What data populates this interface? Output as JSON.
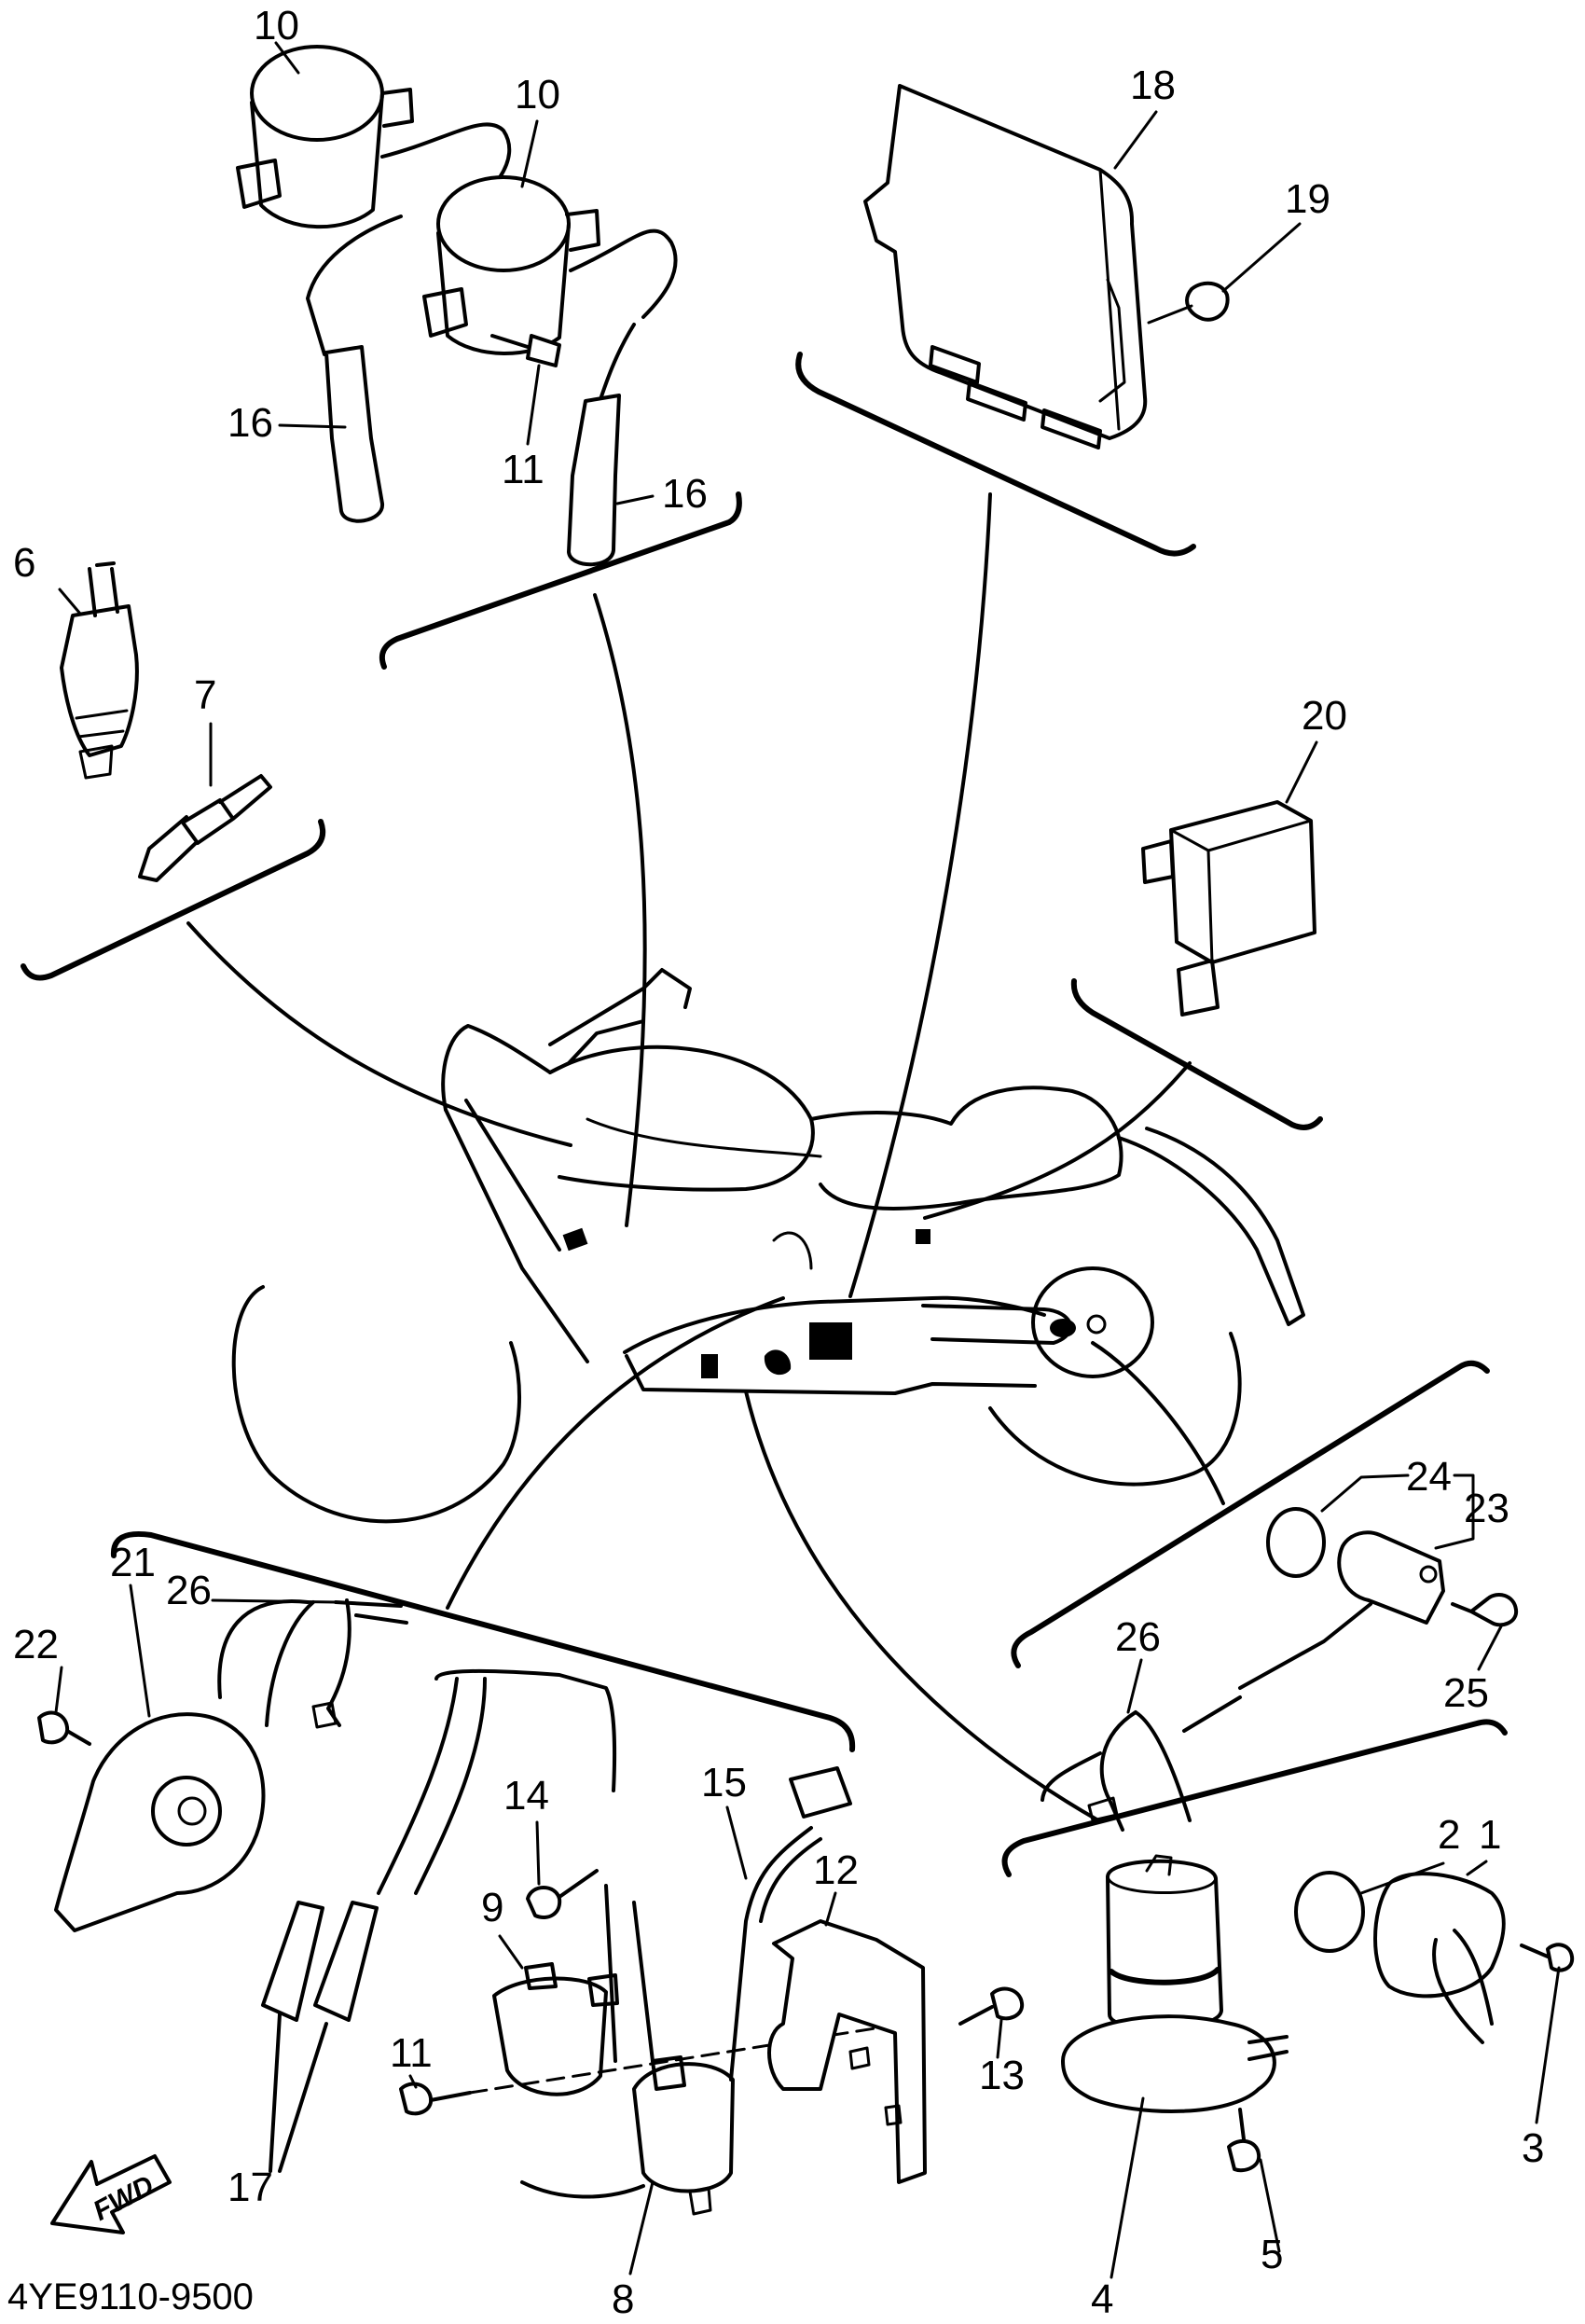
{
  "diagram": {
    "part_code": "4YE9110-9500",
    "fwd_label": "FWD",
    "callouts": [
      "10",
      "10",
      "18",
      "19",
      "16",
      "11",
      "16",
      "6",
      "7",
      "20",
      "24",
      "23",
      "25",
      "26",
      "22",
      "21",
      "26",
      "14",
      "15",
      "12",
      "2",
      "1",
      "11",
      "9",
      "3",
      "17",
      "8",
      "13",
      "4",
      "5"
    ]
  }
}
